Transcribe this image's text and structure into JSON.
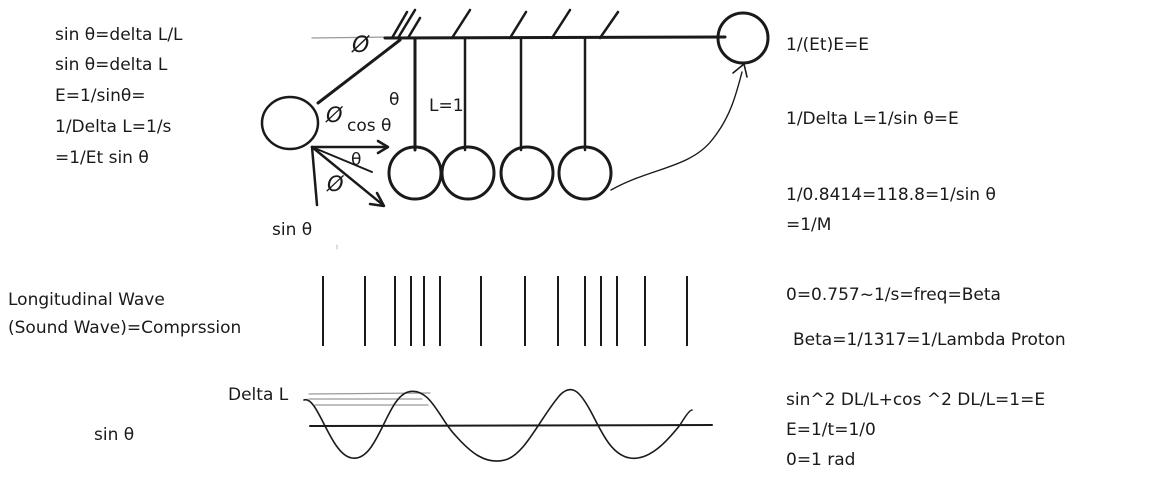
{
  "left_equations": [
    "sin θ=delta L/L",
    "sin θ=delta L",
    "E=1/sinθ=",
    "1/Delta L=1/s",
    "=1/Et sin θ"
  ],
  "diagram_labels": {
    "phi_top": "Ø",
    "theta_rope": "θ",
    "phi_pivot": "Ø",
    "cos_theta": "cos θ",
    "length": "L=1",
    "theta_small": "θ",
    "phi_lower": "Ø",
    "sin_theta": "sin θ"
  },
  "right_equations_top": [
    "1/(Et)E=E",
    "1/Delta L=1/sin θ=E",
    "1/0.8414=118.8=1/sin θ",
    "=1/M"
  ],
  "longitudinal_label": [
    "Longitudinal Wave",
    "(Sound Wave)=Comprssion"
  ],
  "right_equations_mid": [
    "0=0.757~1/s=freq=Beta",
    "Beta=1/1317=1/Lambda Proton"
  ],
  "wave_labels": {
    "delta_l": "Delta L",
    "sin_theta": "sin θ"
  },
  "right_equations_bottom": [
    "sin^2 DL/L+cos ^2 DL/L=1=E",
    "E=1/t=1/0",
    "0=1 rad"
  ],
  "colors": {
    "ink": "#1a1a1a",
    "guide": "#9a9a9a"
  }
}
